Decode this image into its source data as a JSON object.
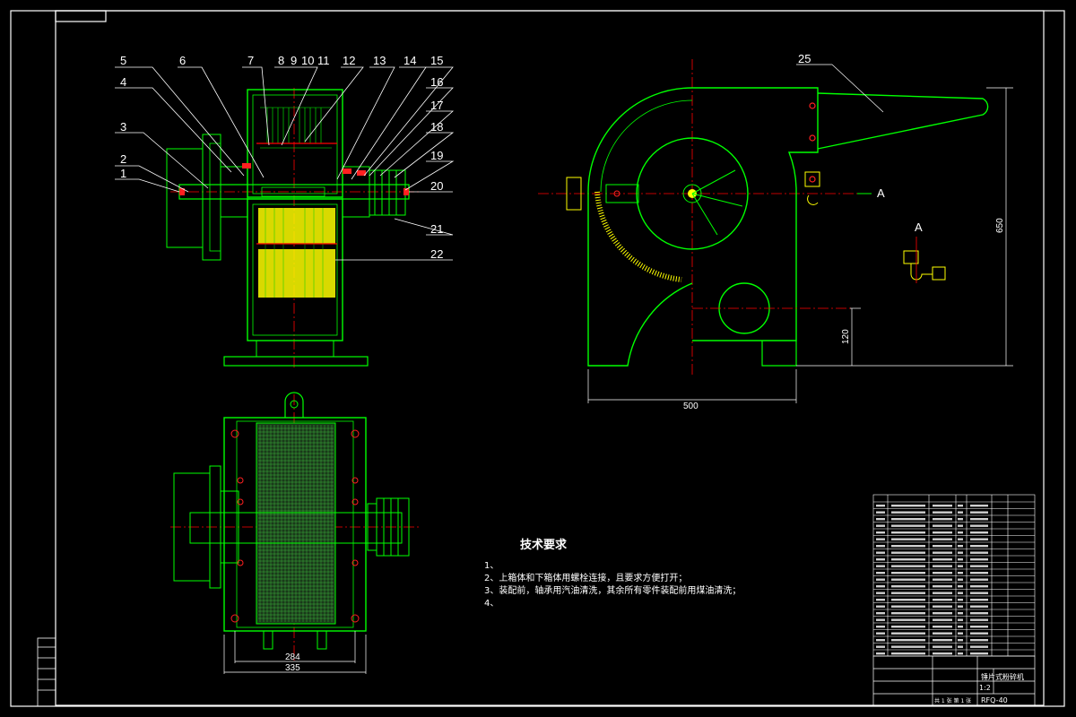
{
  "colors": {
    "background": "#000000",
    "frame": "#ffffff",
    "outline": "#00ff00",
    "centerline": "#ff0000",
    "hatch": "#ffff00",
    "dimension": "#ffffff",
    "bolt": "#ff2020"
  },
  "part_labels": [
    "1",
    "2",
    "3",
    "4",
    "5",
    "6",
    "7",
    "8",
    "9",
    "10",
    "11",
    "12",
    "13",
    "14",
    "15",
    "16",
    "17",
    "18",
    "19",
    "20",
    "21",
    "22",
    "25"
  ],
  "section_marker": {
    "letter": "A",
    "detail_letter": "A"
  },
  "dimensions": {
    "height": "650",
    "outlet_height": "120",
    "width_side": "500",
    "inner_width": "284",
    "outer_width": "335"
  },
  "technical_requirements": {
    "title": "技术要求",
    "items": [
      "1、",
      "2、上箱体和下箱体用螺栓连接，且要求方便打开；",
      "3、装配前，轴承用汽油清洗，其余所有零件装配前用煤油清洗；",
      "4、"
    ]
  },
  "title_block": {
    "machine_name": "锤片式粉碎机",
    "drawing_number": "RFQ-40",
    "scale": "1:2",
    "sheet_info": "共 1 张  第 1 张"
  }
}
